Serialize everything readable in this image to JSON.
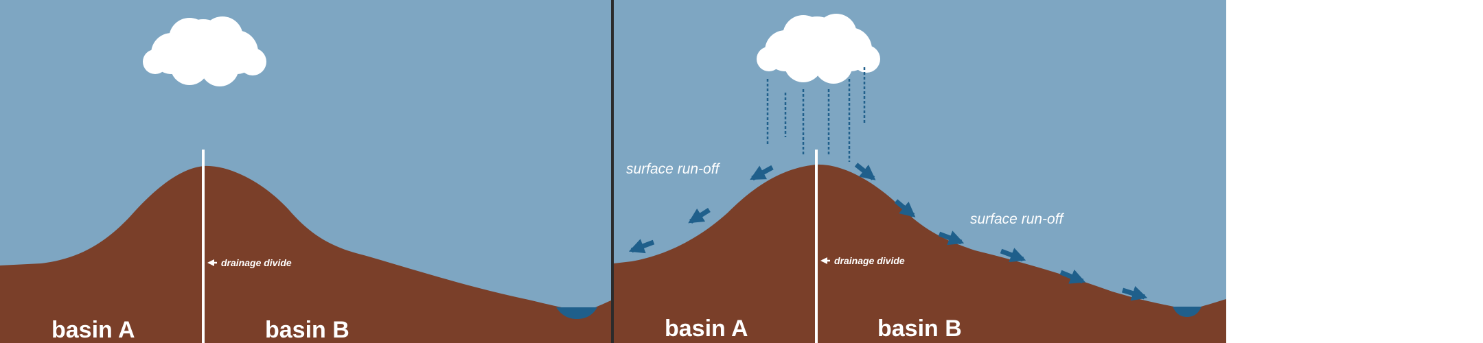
{
  "panels": [
    {
      "labels": {
        "divide": "drainage divide",
        "basin_a": "basin A",
        "basin_b": "basin B"
      }
    },
    {
      "labels": {
        "divide": "drainage divide",
        "basin_a": "basin A",
        "basin_b": "basin B",
        "runoff_left": "surface run-off",
        "runoff_right": "surface run-off"
      }
    }
  ],
  "colors": {
    "sky": "#7ea6c2",
    "ground": "#7a3f29",
    "water": "#1f5f8b",
    "cloud": "#ffffff",
    "rain": "#1f5f8b",
    "arrow": "#1f5f8b",
    "divide_line": "#ffffff"
  },
  "icons": [
    "cloud-icon",
    "rain-streaks",
    "runoff-arrow-icon",
    "left-arrow-icon"
  ]
}
